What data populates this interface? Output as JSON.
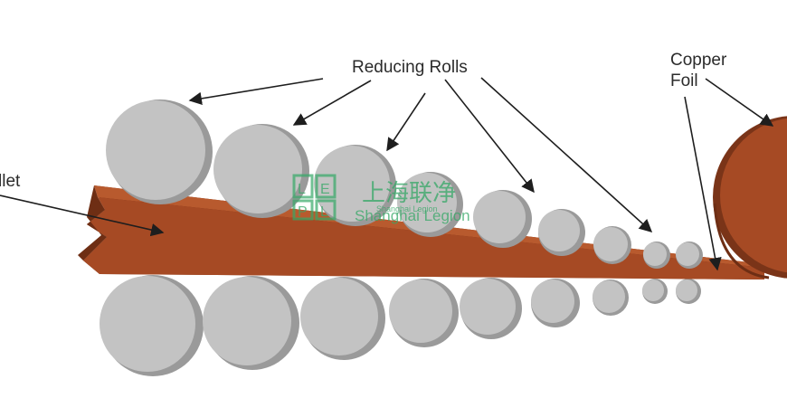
{
  "labels": {
    "reducing_rolls": "Reducing Rolls",
    "copper_foil_line1": "Copper",
    "copper_foil_line2": "Foil",
    "billet": "llet"
  },
  "watermark": {
    "chinese": "上海联净",
    "english": "Shanghai Legion",
    "small": "Shanghai Legion",
    "logo_letters": [
      "L",
      "E",
      "P",
      "L"
    ]
  },
  "colors": {
    "copper": "#a64a24",
    "copper_dark": "#7a3418",
    "roll": "#c3c3c3",
    "roll_shadow": "#9a9a9a",
    "watermark": "#35a866"
  }
}
